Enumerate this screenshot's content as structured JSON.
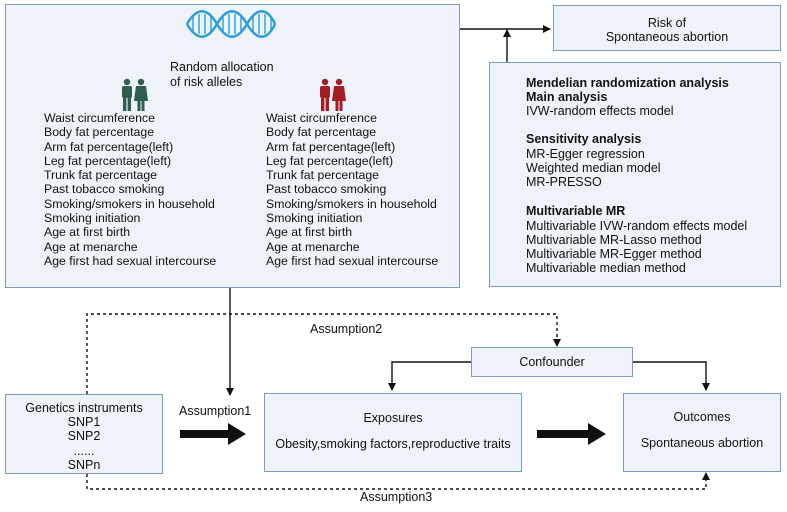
{
  "main_box": {
    "allocation_label": "Random allocation\nof risk alleles",
    "exposures_left": [
      "Waist circumference",
      "Body fat percentage",
      "Arm fat percentage(left)",
      "Leg fat percentage(left)",
      "Trunk fat percentage",
      "Past tobacco smoking",
      "Smoking/smokers in household",
      "Smoking initiation",
      "Age at first birth",
      "Age at menarche",
      "Age first had sexual intercourse"
    ],
    "exposures_right": [
      "Waist circumference",
      "Body fat percentage",
      "Arm fat percentage(left)",
      "Leg fat percentage(left)",
      "Trunk fat percentage",
      "Past tobacco smoking",
      "Smoking/smokers in household",
      "Smoking initiation",
      "Age at first birth",
      "Age at menarche",
      "Age first had sexual intercourse"
    ]
  },
  "risk_box": {
    "line1": "Risk of",
    "line2": "Spontaneous abortion"
  },
  "methods_box": {
    "mr_title": "Mendelian randomization analysis",
    "main_title": "Main analysis",
    "main_items": [
      "IVW-random effects model"
    ],
    "sensitivity_title": "Sensitivity analysis",
    "sensitivity_items": [
      "MR-Egger regression",
      "Weighted median model",
      "MR-PRESSO"
    ],
    "multivariable_title": "Multivariable MR",
    "multivariable_items": [
      "Multivariable IVW-random effects model",
      "Multivariable MR-Lasso method",
      "Multivariable MR-Egger method",
      "Multivariable median method"
    ]
  },
  "genetics_box": {
    "title": "Genetics instruments",
    "items": [
      "SNP1",
      "SNP2",
      "......",
      "SNPn"
    ]
  },
  "exposures_box": {
    "title": "Exposures",
    "text": "Obesity,smoking factors,reproductive traits"
  },
  "outcomes_box": {
    "title": "Outcomes",
    "text": "Spontaneous abortion"
  },
  "confounder_box": {
    "label": "Confounder"
  },
  "assumptions": {
    "a1": "Assumption1",
    "a2": "Assumption2",
    "a3": "Assumption3"
  },
  "colors": {
    "box_fill": "#eef3fa",
    "box_border": "#7a9cc6",
    "dna_blue": "#2a9fd6",
    "person_green": "#2f5d50",
    "person_red": "#a51c24"
  },
  "icons": [
    "dna-icon",
    "people-green-icon",
    "people-red-icon"
  ]
}
